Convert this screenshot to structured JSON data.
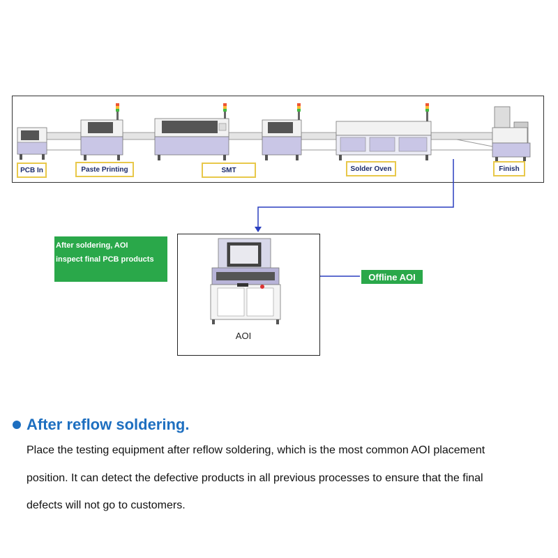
{
  "production_line": {
    "stages": [
      {
        "label": "PCB In"
      },
      {
        "label": "Paste Printing"
      },
      {
        "label": "SMT"
      },
      {
        "label": "Solder Oven"
      },
      {
        "label": "Finish"
      }
    ]
  },
  "note": {
    "line1": "After soldering, AOI",
    "line2": "inspect final PCB products"
  },
  "aoi": {
    "label": "AOI"
  },
  "offline_label": "Offline AOI",
  "section": {
    "heading": "After reflow soldering.",
    "paragraph_lines": [
      "Place the testing equipment after reflow soldering, which is the most common AOI placement",
      "position. It can detect the defective products in all previous processes to ensure that the final",
      "defects will not go to customers."
    ]
  },
  "colors": {
    "accent_blue": "#1e6fc0",
    "note_green": "#2aa84a",
    "machine_body": "#c9c6e6",
    "arrow_blue": "#2a3fbf",
    "label_border": "#e8c84a"
  }
}
